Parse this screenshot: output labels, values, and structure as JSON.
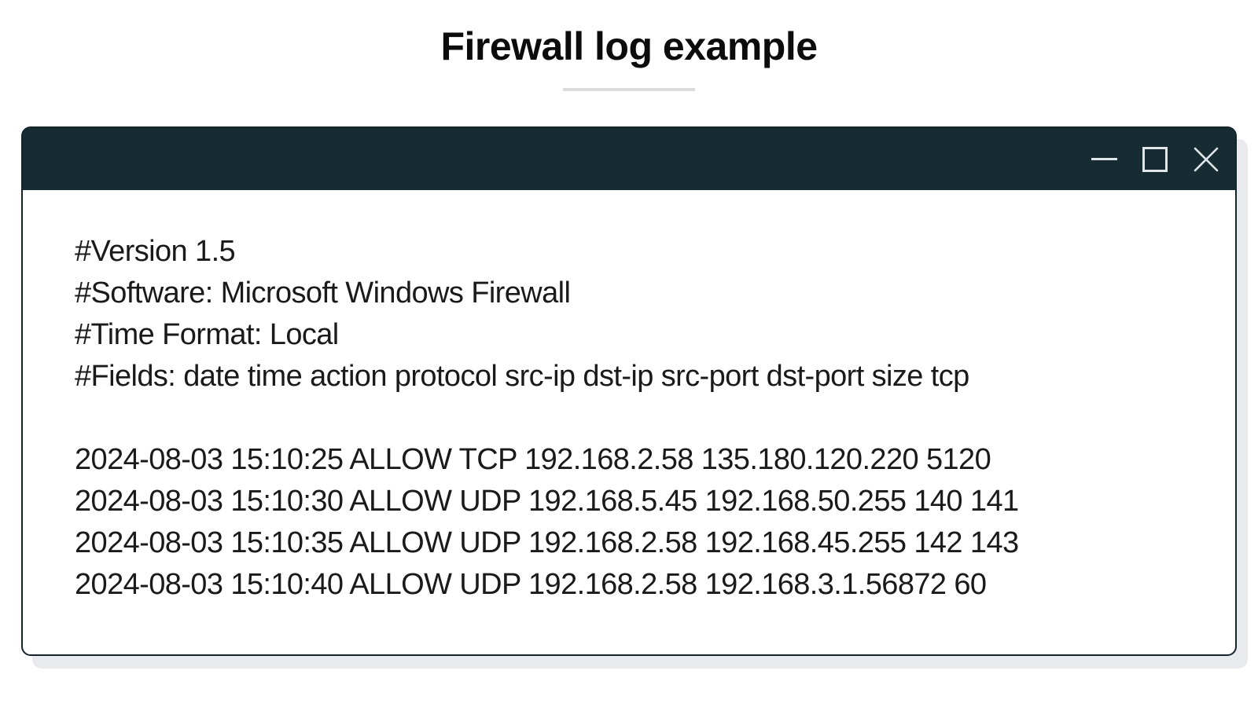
{
  "page": {
    "title": "Firewall log example"
  },
  "window": {
    "titlebar": {
      "controls": [
        "minimize",
        "maximize",
        "close"
      ]
    },
    "log": {
      "header_lines": [
        "#Version 1.5",
        "#Software: Microsoft Windows Firewall",
        "#Time Format: Local",
        "#Fields: date time action protocol src-ip dst-ip src-port dst-port size tcp"
      ],
      "entries": [
        "2024-08-03 15:10:25 ALLOW TCP 192.168.2.58 135.180.120.220 5120",
        "2024-08-03 15:10:30 ALLOW UDP 192.168.5.45 192.168.50.255 140 141",
        "2024-08-03 15:10:35 ALLOW UDP 192.168.2.58 192.168.45.255 142 143",
        "2024-08-03 15:10:40 ALLOW UDP 192.168.2.58 192.168.3.1.56872 60"
      ]
    }
  },
  "colors": {
    "page_bg": "#ffffff",
    "heading": "#0c0c0c",
    "divider": "#dcdcdc",
    "titlebar_bg": "#172b33",
    "window_border": "#13242c",
    "window_bg": "#ffffff",
    "text": "#1a1a1a",
    "control_icon": "#dfe5e8",
    "shadow": "#e9eaee"
  }
}
